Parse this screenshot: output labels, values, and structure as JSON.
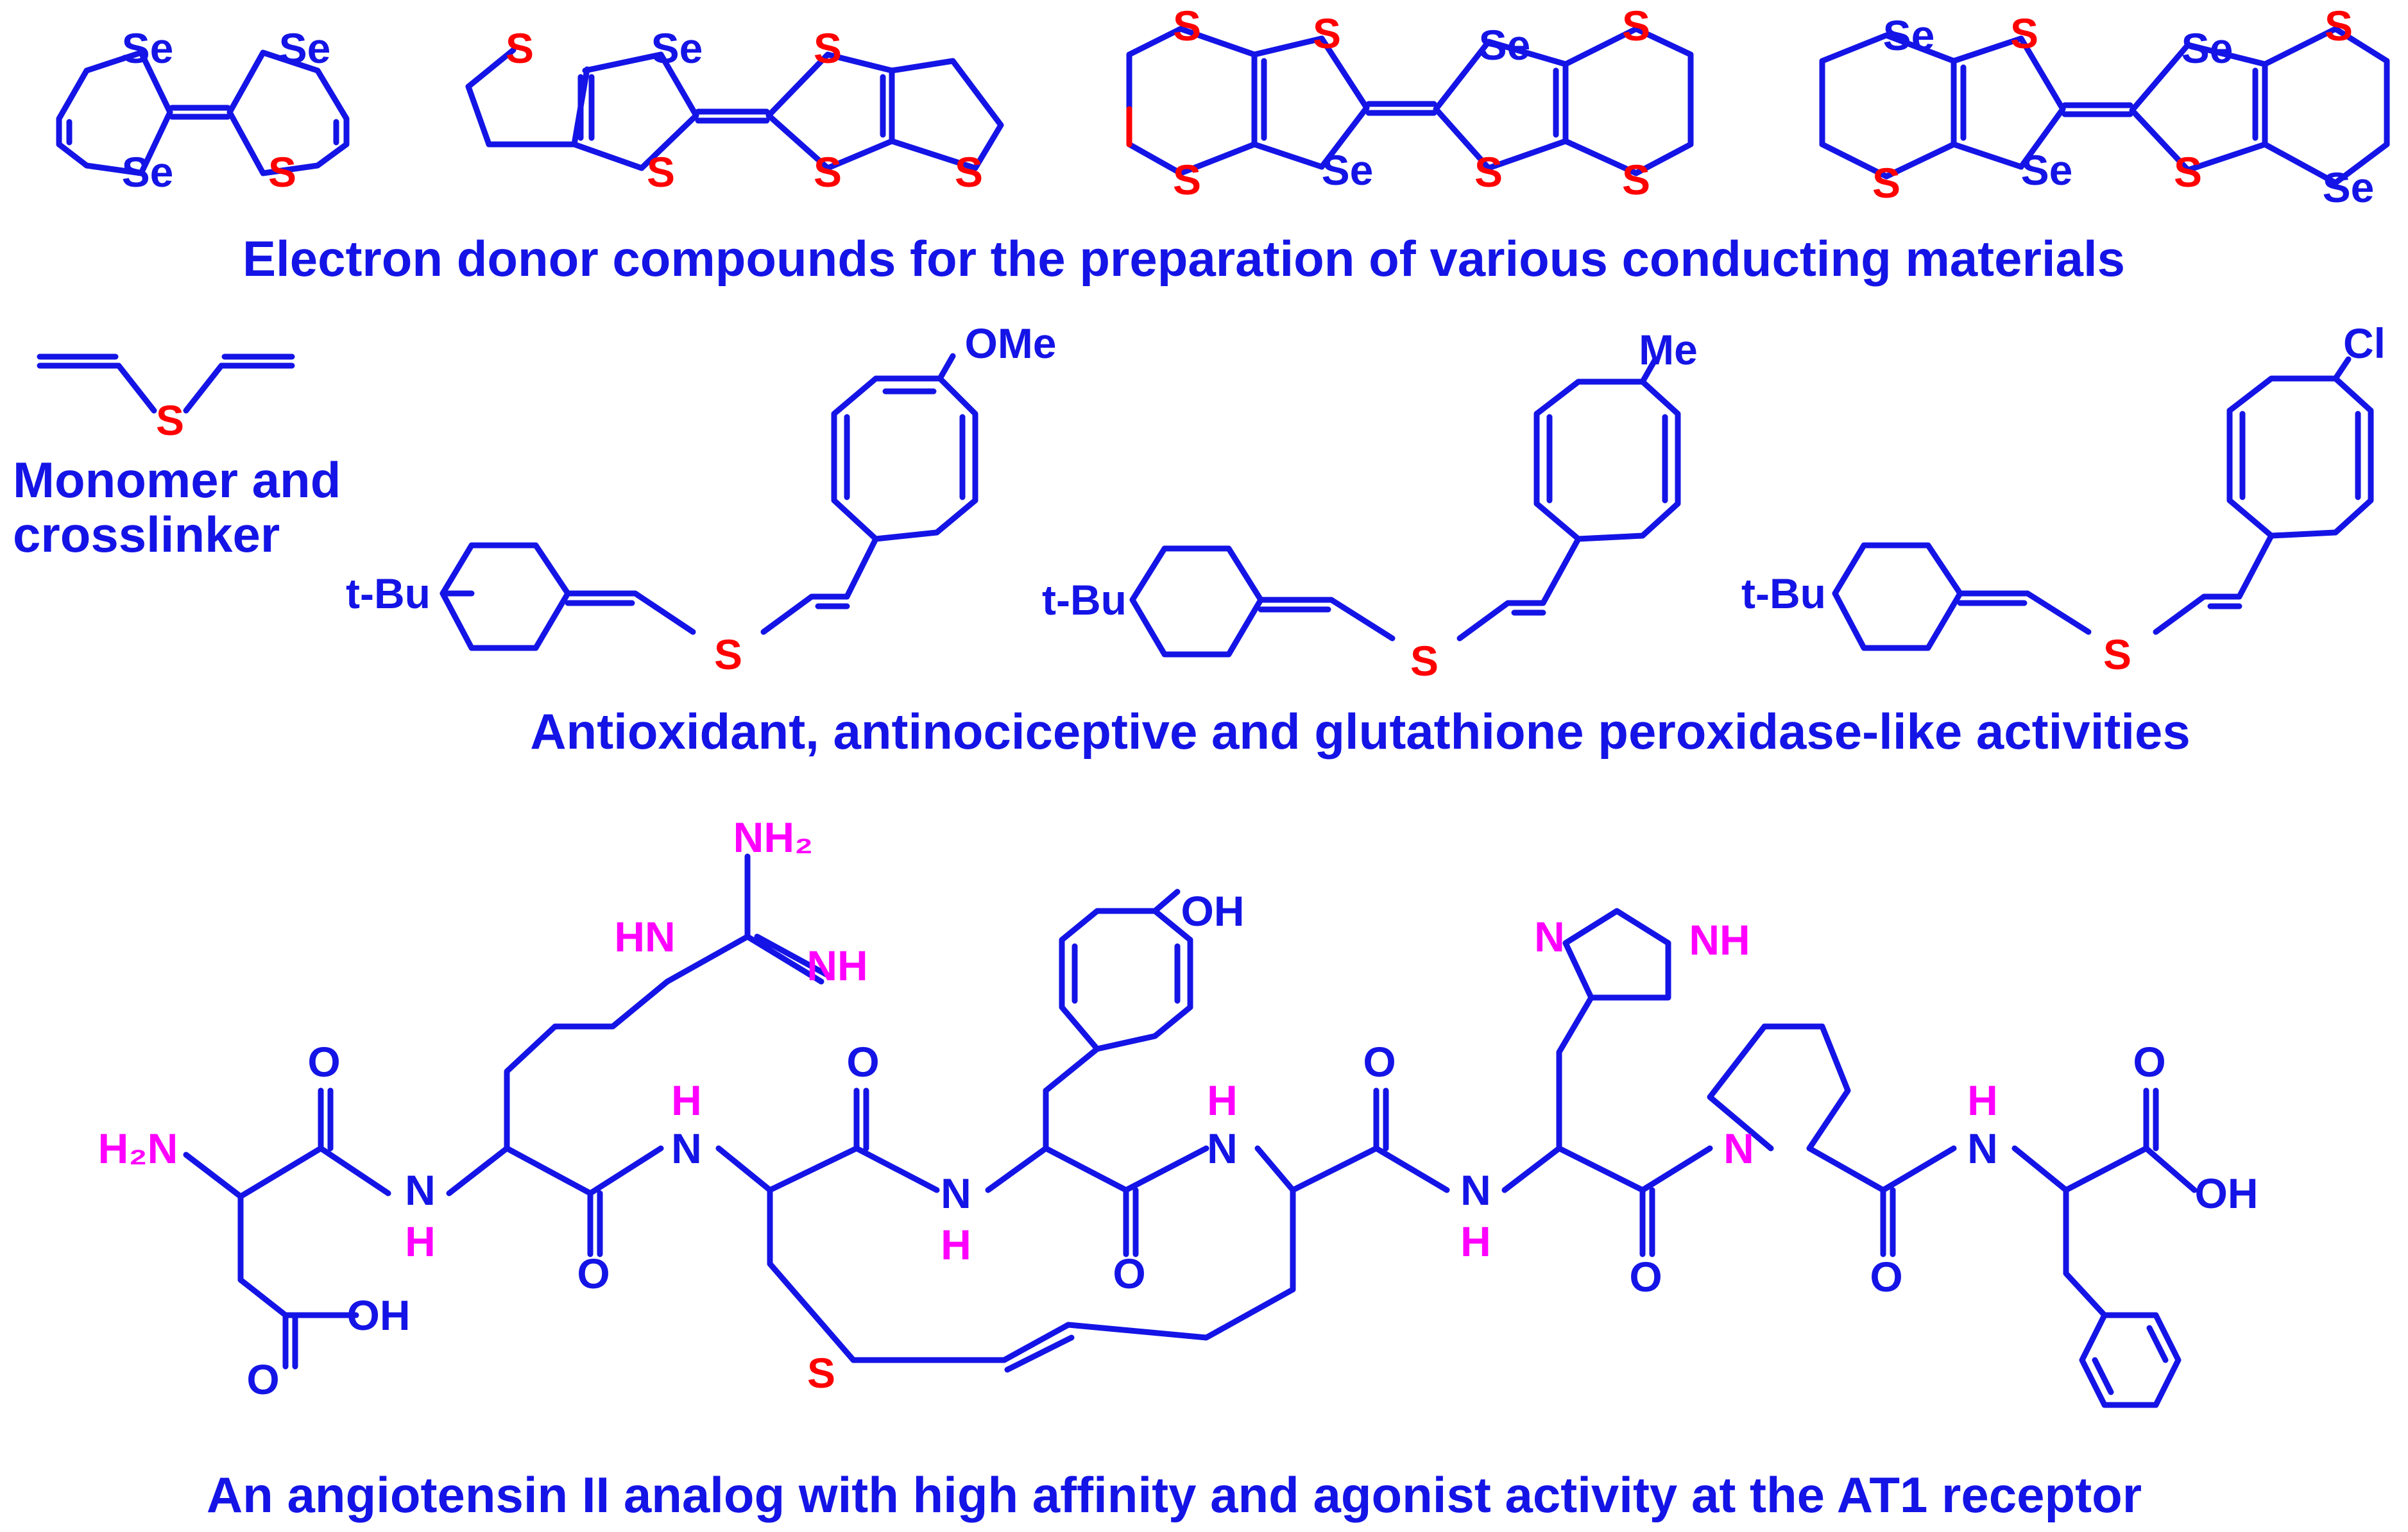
{
  "colors": {
    "bond": "#1414e6",
    "sulfur": "#ff0000",
    "nitrogen_group": "#ff00ff",
    "caption": "#1414e6"
  },
  "captions": {
    "row1": "Electron donor compounds for the preparation of various conducting materials",
    "monomer_line1": "Monomer and",
    "monomer_line2": "crosslinker",
    "row2": "Antioxidant, antinociceptive and glutathione peroxidase-like activities",
    "row3": "An angiotensin II analog with high affinity and agonist activity at the AT1 receptor"
  },
  "atoms": {
    "se": "Se",
    "s": "S",
    "ome": "OMe",
    "me": "Me",
    "cl": "Cl",
    "tbu": "t-Bu",
    "o": "O",
    "oh": "OH",
    "h2n": "H₂N",
    "nh2": "NH₂",
    "nh": "NH",
    "hn": "HN",
    "n": "N",
    "h": "H"
  }
}
